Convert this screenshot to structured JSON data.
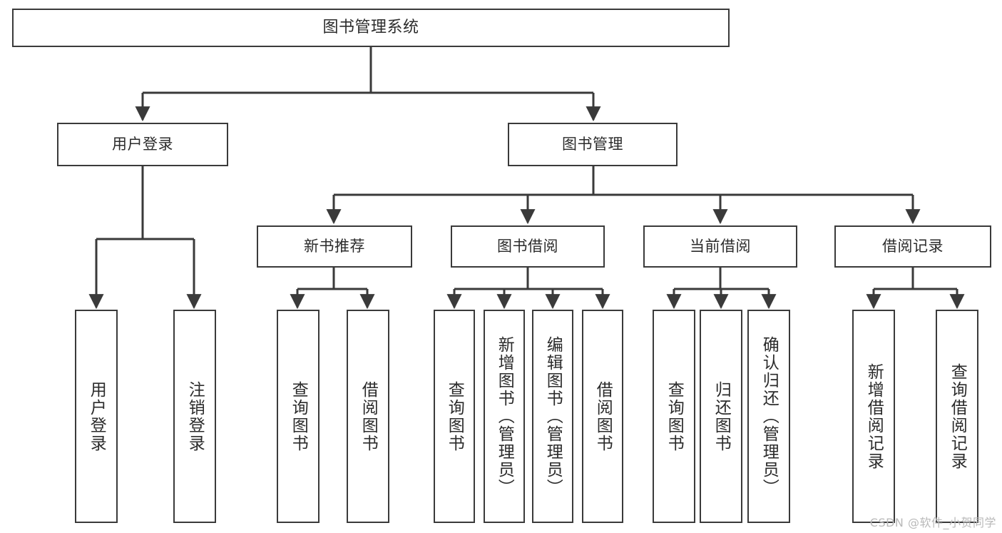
{
  "diagram": {
    "title": "图书管理系统",
    "type": "tree",
    "watermark": "CSDN @软件_小贺同学",
    "colors": {
      "stroke": "#3a3a3a",
      "text": "#2b2b2b",
      "background": "#ffffff",
      "watermark": "#b9b9b9"
    },
    "levels": {
      "root": {
        "label": "图书管理系统"
      },
      "level2": [
        {
          "label": "用户登录"
        },
        {
          "label": "图书管理"
        }
      ],
      "level3": [
        {
          "label": "新书推荐"
        },
        {
          "label": "图书借阅"
        },
        {
          "label": "当前借阅"
        },
        {
          "label": "借阅记录"
        }
      ],
      "leaves": [
        {
          "label": "用户登录"
        },
        {
          "label": "注销登录"
        },
        {
          "label": "查询图书"
        },
        {
          "label": "借阅图书"
        },
        {
          "label": "查询图书"
        },
        {
          "label": "新增图书（管理员）"
        },
        {
          "label": "编辑图书（管理员）"
        },
        {
          "label": "借阅图书"
        },
        {
          "label": "查询图书"
        },
        {
          "label": "归还图书"
        },
        {
          "label": "确认归还（管理员）"
        },
        {
          "label": "新增借阅记录"
        },
        {
          "label": "查询借阅记录"
        }
      ]
    },
    "edges": [
      {
        "from": "图书管理系统",
        "to": "用户登录"
      },
      {
        "from": "图书管理系统",
        "to": "图书管理"
      },
      {
        "from": "用户登录",
        "to": "用户登录"
      },
      {
        "from": "用户登录",
        "to": "注销登录"
      },
      {
        "from": "图书管理",
        "to": "新书推荐"
      },
      {
        "from": "图书管理",
        "to": "图书借阅"
      },
      {
        "from": "图书管理",
        "to": "当前借阅"
      },
      {
        "from": "图书管理",
        "to": "借阅记录"
      },
      {
        "from": "新书推荐",
        "to": "查询图书"
      },
      {
        "from": "新书推荐",
        "to": "借阅图书"
      },
      {
        "from": "图书借阅",
        "to": "查询图书"
      },
      {
        "from": "图书借阅",
        "to": "新增图书（管理员）"
      },
      {
        "from": "图书借阅",
        "to": "编辑图书（管理员）"
      },
      {
        "from": "图书借阅",
        "to": "借阅图书"
      },
      {
        "from": "当前借阅",
        "to": "查询图书"
      },
      {
        "from": "当前借阅",
        "to": "归还图书"
      },
      {
        "from": "当前借阅",
        "to": "确认归还（管理员）"
      },
      {
        "from": "借阅记录",
        "to": "新增借阅记录"
      },
      {
        "from": "借阅记录",
        "to": "查询借阅记录"
      }
    ]
  }
}
